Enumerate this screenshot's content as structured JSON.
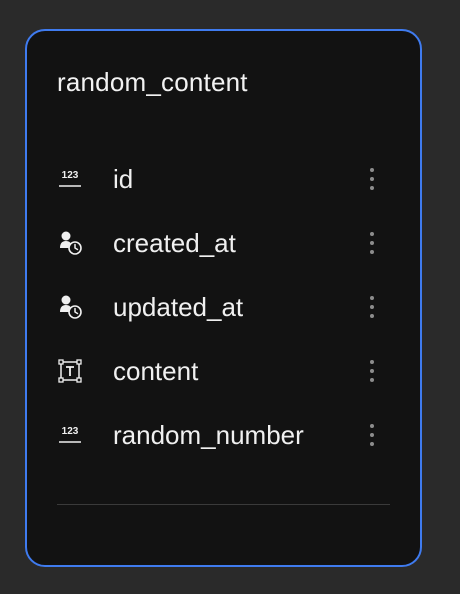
{
  "table": {
    "name": "random_content",
    "fields": [
      {
        "name": "id",
        "icon": "number-type-icon",
        "icon_text": "123"
      },
      {
        "name": "created_at",
        "icon": "created-timestamp-icon"
      },
      {
        "name": "updated_at",
        "icon": "updated-timestamp-icon"
      },
      {
        "name": "content",
        "icon": "text-type-icon"
      },
      {
        "name": "random_number",
        "icon": "number-type-icon",
        "icon_text": "123"
      }
    ]
  },
  "colors": {
    "background": "#2a2a2a",
    "card": "#121212",
    "border": "#3f7bef",
    "text": "#f0f0f0",
    "menu_dots": "#8c8c8c",
    "divider": "#3a3a3a"
  }
}
